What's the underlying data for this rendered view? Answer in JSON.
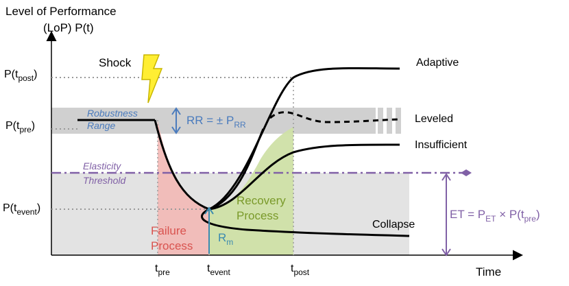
{
  "y_axis": {
    "label_line1": "Level of Performance",
    "label_line2": "(LoP) P(t)"
  },
  "x_axis": {
    "label": "Time"
  },
  "y_ticks": {
    "post": {
      "base": "P(t",
      "sub": "post",
      "close": ")"
    },
    "pre": {
      "base": "P(t",
      "sub": "pre",
      "close": ")"
    },
    "event": {
      "base": "P(t",
      "sub": "event",
      "close": ")"
    }
  },
  "x_ticks": {
    "pre": {
      "base": "t",
      "sub": "pre"
    },
    "event": {
      "base": "t",
      "sub": "event"
    },
    "post": {
      "base": "t",
      "sub": "post"
    }
  },
  "shock_label": "Shock",
  "robustness": {
    "line1": "Robustness",
    "line2": "Range"
  },
  "rr": {
    "text": "RR = ± P",
    "sub": "RR"
  },
  "elasticity": {
    "line1": "Elasticity",
    "line2": "Threshold"
  },
  "et": {
    "text1": "ET = P",
    "sub1": "ET",
    "text2": " × P(t",
    "sub2": "pre",
    "text3": ")"
  },
  "rm": {
    "base": "R",
    "sub": "m"
  },
  "failure": {
    "line1": "Failure",
    "line2": "Process"
  },
  "recovery": {
    "line1": "Recovery",
    "line2": "Process"
  },
  "outcomes": {
    "adaptive": "Adaptive",
    "leveled": "Leveled",
    "insufficient": "Insufficient",
    "collapse": "Collapse"
  },
  "colors": {
    "band": "#d0d0d0",
    "threshold_fill": "#e3e3e3",
    "failure": "#f2b8b5",
    "recovery": "#cfe0a6",
    "rr_arrow": "#4a7bbd",
    "et_line": "#8060a6"
  }
}
